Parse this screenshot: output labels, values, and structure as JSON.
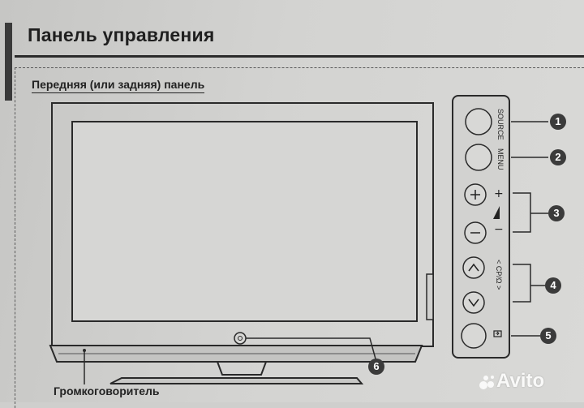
{
  "header": {
    "title": "Панель управления",
    "subtitle": "Передняя (или задняя) панель"
  },
  "labels": {
    "speaker": "Громкоговоритель",
    "source": "SOURCE",
    "menu": "MENU",
    "channel": "< CP/Ω >",
    "plus": "+",
    "minus": "−"
  },
  "callouts": [
    "1",
    "2",
    "3",
    "4",
    "5",
    "6"
  ],
  "watermark": "Avito",
  "colors": {
    "ink": "#2b2b2b",
    "paper": "#d3d3d1",
    "badge": "#3b3b3b"
  }
}
